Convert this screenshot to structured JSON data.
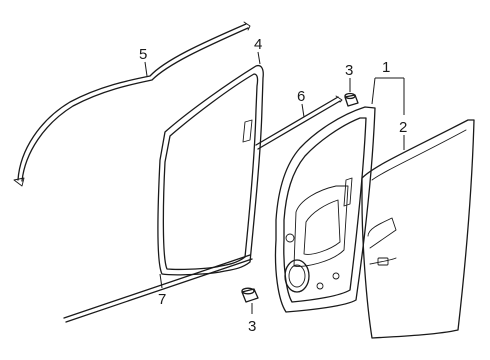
{
  "diagram": {
    "callouts": {
      "c1": "1",
      "c2": "2",
      "c3_top": "3",
      "c3_bottom": "3",
      "c4": "4",
      "c5": "5",
      "c6": "6",
      "c7": "7"
    }
  }
}
